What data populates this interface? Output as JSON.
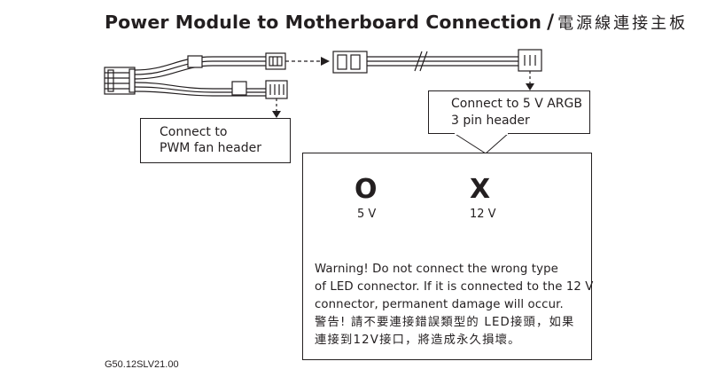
{
  "title": {
    "english": "Power Module to Motherboard Connection",
    "separator": "/",
    "chinese": "電源線連接主板"
  },
  "callouts": {
    "pwm": {
      "line1": "Connect to",
      "line2": "PWM fan header"
    },
    "argb": {
      "line1": "Connect to 5 V ARGB",
      "line2": "3 pin header"
    }
  },
  "options": {
    "correct": {
      "symbol": "O",
      "voltage": "5 V"
    },
    "wrong": {
      "symbol": "X",
      "voltage": "12 V"
    }
  },
  "warning": {
    "line1": "Warning!  Do not connect the wrong type",
    "line2": "of LED connector. If it is connected to the 12 V",
    "line3": "connector, permanent damage will occur.",
    "line4": "警告! 請不要連接錯誤類型的 LED接頭，如果",
    "line5": "連接到12V接口，將造成永久損壞。"
  },
  "footer": {
    "code": "G50.12SLV21.00"
  }
}
